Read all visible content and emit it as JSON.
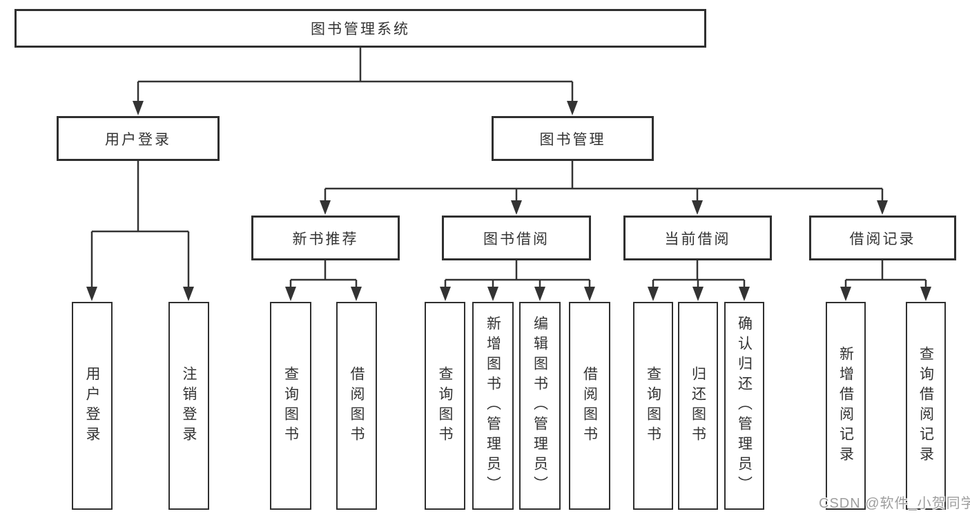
{
  "diagram": {
    "background_color": "#ffffff",
    "line_color": "#333333",
    "box_border_color": "#2f2f2f",
    "text_color": "#333333",
    "watermark": {
      "text": "CSDN @软件_小贺同学",
      "color": "#9e9e9e"
    },
    "root": {
      "label": "图书管理系统"
    },
    "level2": [
      {
        "label": "用户登录",
        "parent": "图书管理系统"
      },
      {
        "label": "图书管理",
        "parent": "图书管理系统"
      }
    ],
    "level3": [
      {
        "label": "新书推荐",
        "parent": "图书管理"
      },
      {
        "label": "图书借阅",
        "parent": "图书管理"
      },
      {
        "label": "当前借阅",
        "parent": "图书管理"
      },
      {
        "label": "借阅记录",
        "parent": "图书管理"
      }
    ],
    "leaves": [
      {
        "label": "用户登录",
        "parent": "用户登录"
      },
      {
        "label": "注销登录",
        "parent": "用户登录"
      },
      {
        "label": "查询图书",
        "parent": "新书推荐"
      },
      {
        "label": "借阅图书",
        "parent": "新书推荐"
      },
      {
        "label": "查询图书",
        "parent": "图书借阅"
      },
      {
        "label": "新增图书（管理员）",
        "parent": "图书借阅"
      },
      {
        "label": "编辑图书（管理员）",
        "parent": "图书借阅"
      },
      {
        "label": "借阅图书",
        "parent": "图书借阅"
      },
      {
        "label": "查询图书",
        "parent": "当前借阅"
      },
      {
        "label": "归还图书",
        "parent": "当前借阅"
      },
      {
        "label": "确认归还（管理员）",
        "parent": "当前借阅"
      },
      {
        "label": "新增借阅记录",
        "parent": "借阅记录"
      },
      {
        "label": "查询借阅记录",
        "parent": "借阅记录"
      }
    ]
  }
}
